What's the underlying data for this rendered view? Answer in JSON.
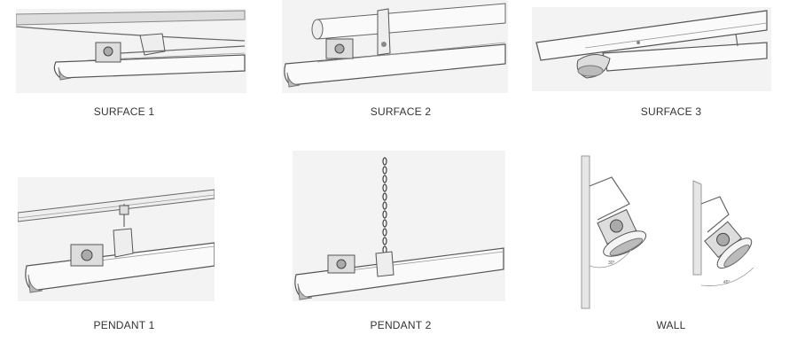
{
  "options": [
    {
      "label": "SURFACE 1"
    },
    {
      "label": "SURFACE 2"
    },
    {
      "label": "SURFACE 3"
    },
    {
      "label": "PENDANT 1"
    },
    {
      "label": "PENDANT 2"
    },
    {
      "label": "WALL"
    }
  ],
  "wall_angles": [
    "30°",
    "45°"
  ]
}
